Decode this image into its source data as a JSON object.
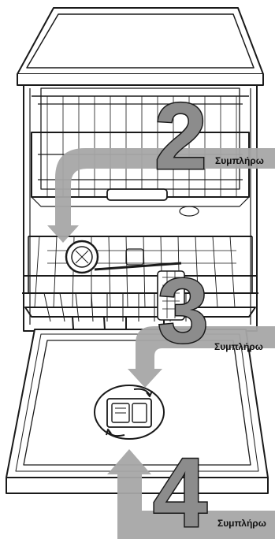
{
  "steps": [
    {
      "number": "2",
      "label": "Συμπλήρω"
    },
    {
      "number": "3",
      "label": "Συμπλήρω"
    },
    {
      "number": "4",
      "label": "Συμπλήρω"
    }
  ],
  "colors": {
    "arrow": "#a6a6a6",
    "line": "#1a1a1a",
    "number_fill": "#8c8c8c",
    "background": "#ffffff"
  },
  "icons": [
    "dishwasher-illustration",
    "salt-container-cap-icon",
    "detergent-dispenser-icon",
    "arrow-icon"
  ]
}
